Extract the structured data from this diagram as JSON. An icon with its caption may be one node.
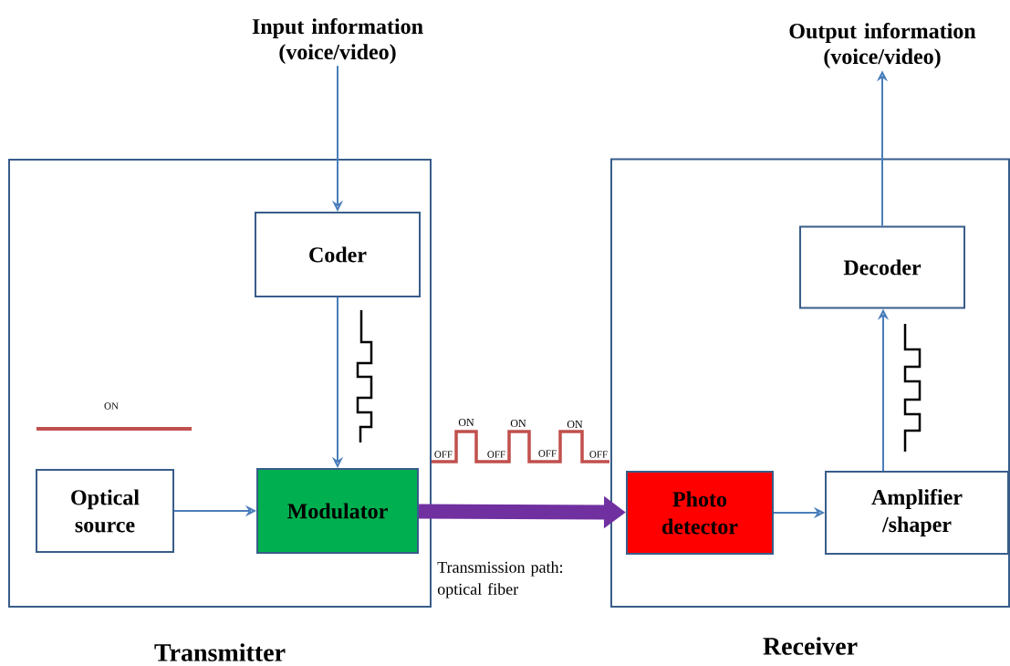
{
  "diagram": {
    "nodes": [
      {
        "text": [
          "Transmitter"
        ]
      },
      {
        "text": [
          "Receiver"
        ]
      },
      {
        "text": [
          "Input information (voice/video)"
        ]
      },
      {
        "text": [
          "Coder"
        ],
        "in": 0
      },
      {
        "text": [
          "Optical source"
        ],
        "in": 0
      },
      {
        "text": [
          "Modulator"
        ],
        "in": 0
      },
      {
        "text": [
          "Output information (voice/video)"
        ]
      },
      {
        "text": [
          "Decoder"
        ],
        "in": 1
      },
      {
        "text": [
          "Photo detector"
        ],
        "in": 1
      },
      {
        "text": [
          "Amplifier /shaper"
        ],
        "in": 1
      }
    ],
    "edges": [
      {
        "from": 2,
        "to": 3,
        "arrow": "to"
      },
      {
        "from": 3,
        "to": 5,
        "arrow": "to"
      },
      {
        "from": 4,
        "to": 5,
        "arrow": "to"
      },
      {
        "from": 5,
        "to": 8,
        "arrow": "to",
        "label": "Transmission path: optical fiber",
        "style": "thick",
        "color": "#7030a0"
      },
      {
        "from": 8,
        "to": 9,
        "arrow": "to"
      },
      {
        "from": 9,
        "to": 7,
        "arrow": "to"
      },
      {
        "from": 7,
        "to": 6,
        "arrow": "to"
      }
    ],
    "labels": [
      "ON",
      "ON",
      "ON",
      "ON",
      "OFF",
      "OFF",
      "OFF",
      "OFF"
    ]
  }
}
